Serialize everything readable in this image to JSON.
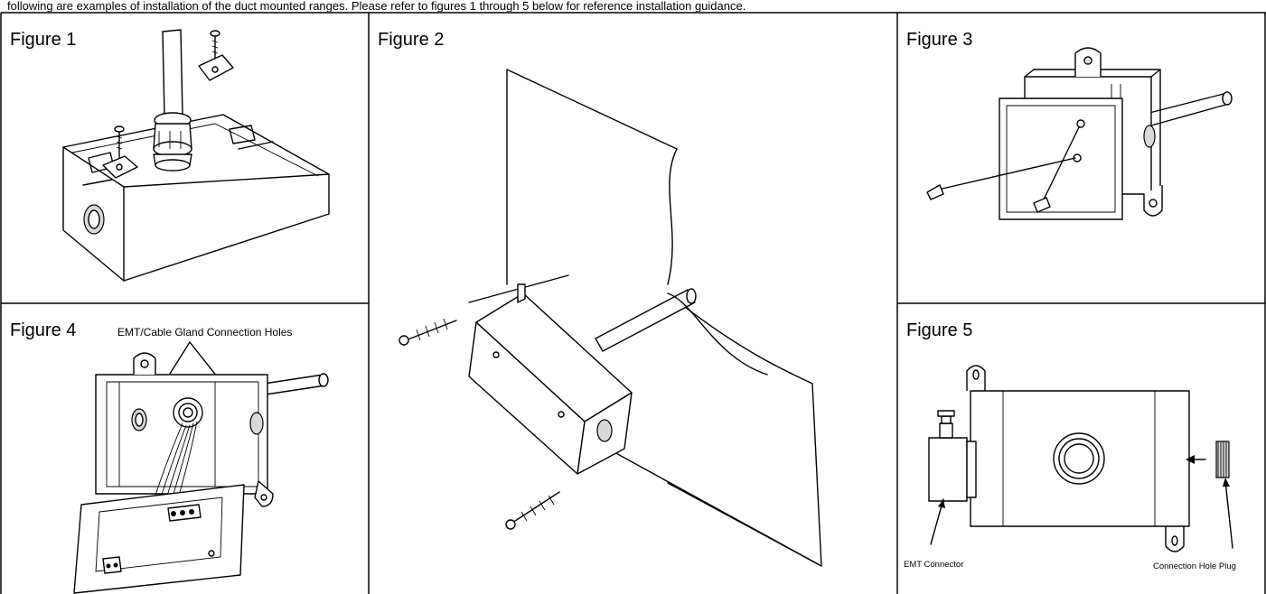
{
  "caption": "following are examples of installation of the duct mounted ranges. Please refer to figures 1 through 5 below for reference installation guidance.",
  "figures": {
    "fig1": {
      "label": "Figure 1"
    },
    "fig2": {
      "label": "Figure 2"
    },
    "fig3": {
      "label": "Figure 3"
    },
    "fig4": {
      "label": "Figure 4",
      "callout": "EMT/Cable Gland Connection Holes"
    },
    "fig5": {
      "label": "Figure 5",
      "callout_left": "EMT Connector",
      "callout_right": "Connection Hole Plug"
    }
  },
  "colors": {
    "line": "#000000",
    "background": "#ffffff",
    "panel_border": "#000000"
  }
}
